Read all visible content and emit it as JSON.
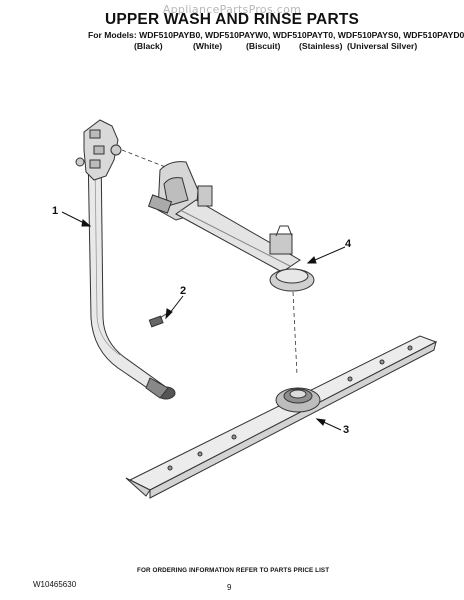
{
  "watermark": "AppliancePartsPros.com",
  "title": "UPPER WASH AND RINSE PARTS",
  "models_line": "For Models: WDF510PAYB0, WDF510PAYW0, WDF510PAYT0, WDF510PAYS0, WDF510PAYD0",
  "colors": [
    "(Black)",
    "(White)",
    "(Biscuit)",
    "(Stainless)",
    "(Universal Silver)"
  ],
  "callouts": [
    "1",
    "2",
    "3",
    "4"
  ],
  "footer": {
    "ordering_note": "FOR ORDERING INFORMATION REFER TO PARTS PRICE LIST",
    "doc_number": "W10465630",
    "page_number": "9"
  }
}
